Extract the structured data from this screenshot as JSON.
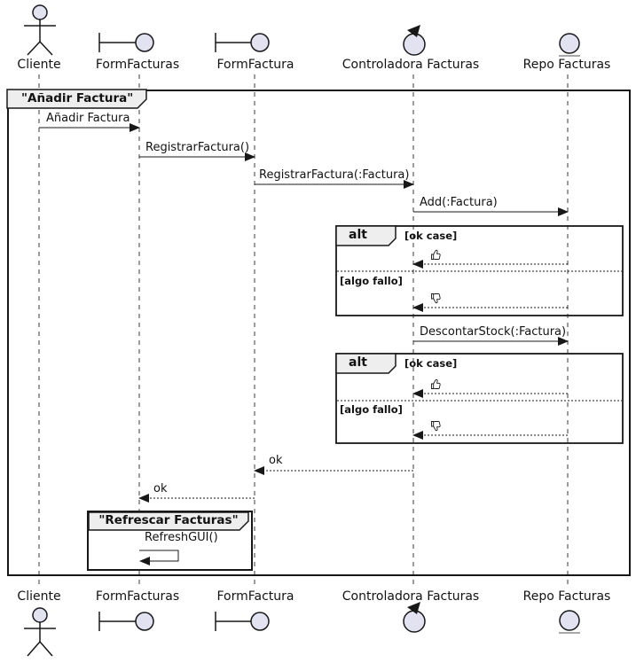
{
  "diagram": {
    "type": "uml-sequence-diagram",
    "frames": {
      "outer": {
        "title": "\"Añadir Factura\""
      },
      "inner": {
        "title": "\"Refrescar Facturas\""
      }
    },
    "participants": [
      {
        "name": "Cliente",
        "type": "actor"
      },
      {
        "name": "FormFacturas",
        "type": "boundary"
      },
      {
        "name": "FormFactura",
        "type": "boundary"
      },
      {
        "name": "Controladora Facturas",
        "type": "control"
      },
      {
        "name": "Repo Facturas",
        "type": "entity"
      }
    ],
    "messages": [
      {
        "label": "Añadir Factura",
        "from": "Cliente",
        "to": "FormFacturas",
        "style": "solid"
      },
      {
        "label": "RegistrarFactura()",
        "from": "FormFacturas",
        "to": "FormFactura",
        "style": "solid"
      },
      {
        "label": "RegistrarFactura(:Factura)",
        "from": "FormFactura",
        "to": "Controladora Facturas",
        "style": "solid"
      },
      {
        "label": "Add(:Factura)",
        "from": "Controladora Facturas",
        "to": "Repo Facturas",
        "style": "solid"
      },
      {
        "label": "👍",
        "from": "Repo Facturas",
        "to": "Controladora Facturas",
        "style": "dashed"
      },
      {
        "label": "👎",
        "from": "Repo Facturas",
        "to": "Controladora Facturas",
        "style": "dashed"
      },
      {
        "label": "DescontarStock(:Factura)",
        "from": "Controladora Facturas",
        "to": "Repo Facturas",
        "style": "solid"
      },
      {
        "label": "👍",
        "from": "Repo Facturas",
        "to": "Controladora Facturas",
        "style": "dashed"
      },
      {
        "label": "👎",
        "from": "Repo Facturas",
        "to": "Controladora Facturas",
        "style": "dashed"
      },
      {
        "label": "ok",
        "from": "Controladora Facturas",
        "to": "FormFactura",
        "style": "dashed"
      },
      {
        "label": "ok",
        "from": "FormFactura",
        "to": "FormFacturas",
        "style": "dashed"
      },
      {
        "label": "RefreshGUI()",
        "from": "FormFacturas",
        "to": "FormFacturas",
        "style": "self"
      }
    ],
    "fragments": [
      {
        "operator": "alt",
        "guards": [
          "[ok case]",
          "[algo fallo]"
        ]
      },
      {
        "operator": "alt",
        "guards": [
          "[ok case]",
          "[algo fallo]"
        ]
      }
    ],
    "colors": {
      "participant_fill": "#E2E2F0",
      "frame_tab_fill": "#EEEEEE",
      "line": "#181818",
      "lifeline": "#383838"
    }
  }
}
